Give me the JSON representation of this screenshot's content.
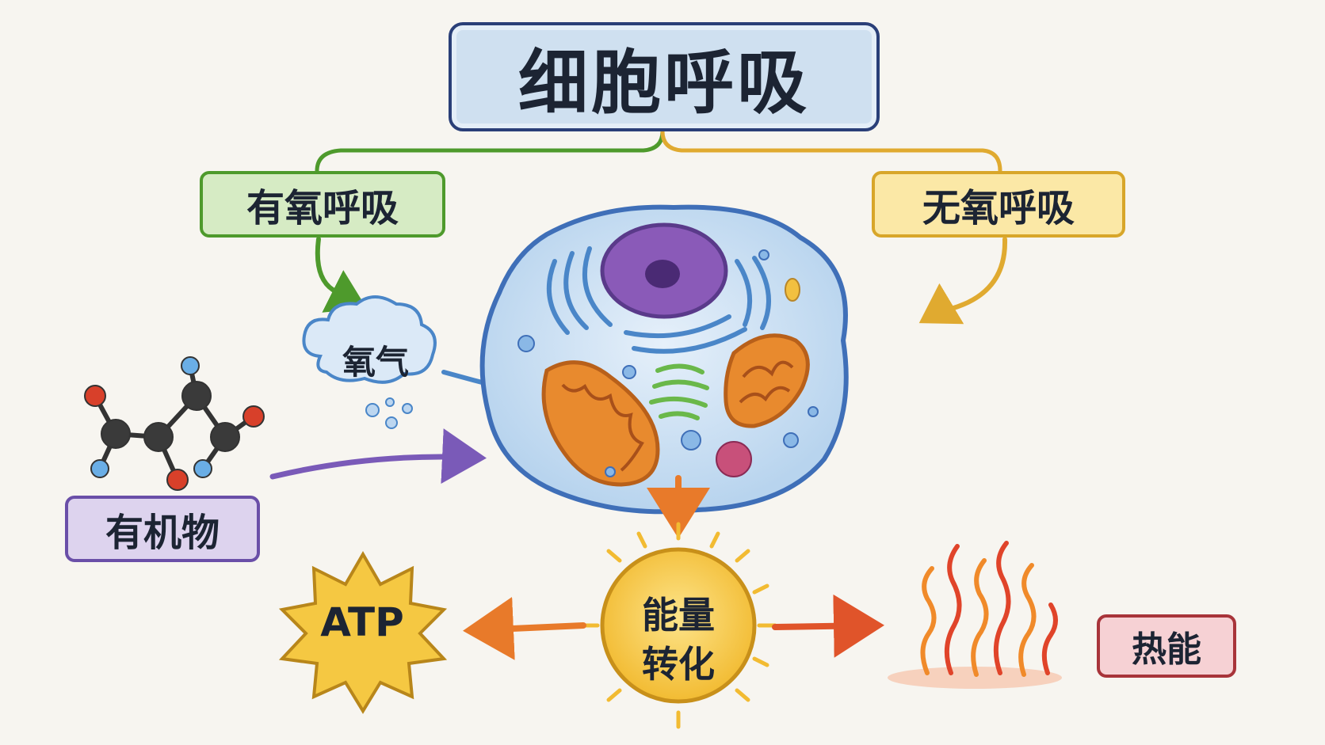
{
  "title": "细胞呼吸",
  "branches": {
    "aerobic": "有氧呼吸",
    "anaerobic": "无氧呼吸"
  },
  "inputs": {
    "oxygen": "氧气",
    "organic_matter": "有机物"
  },
  "center": {
    "energy_line1": "能量",
    "energy_line2": "转化"
  },
  "outputs": {
    "atp": "ATP",
    "heat": "热能"
  },
  "colors": {
    "title_border": "#2a3f78",
    "aerobic": "#4e9a2c",
    "anaerobic": "#d8a62a",
    "organic": "#6a4fa8",
    "heat": "#a8343a",
    "mitochondria": "#e88a2e",
    "nucleus": "#7b4aa8",
    "energy_sun": "#f5c842"
  },
  "icons": [
    "cell-icon",
    "mitochondrion-icon",
    "nucleus-icon",
    "molecule-icon",
    "cloud-icon",
    "sun-icon",
    "starburst-icon",
    "flame-icon"
  ]
}
